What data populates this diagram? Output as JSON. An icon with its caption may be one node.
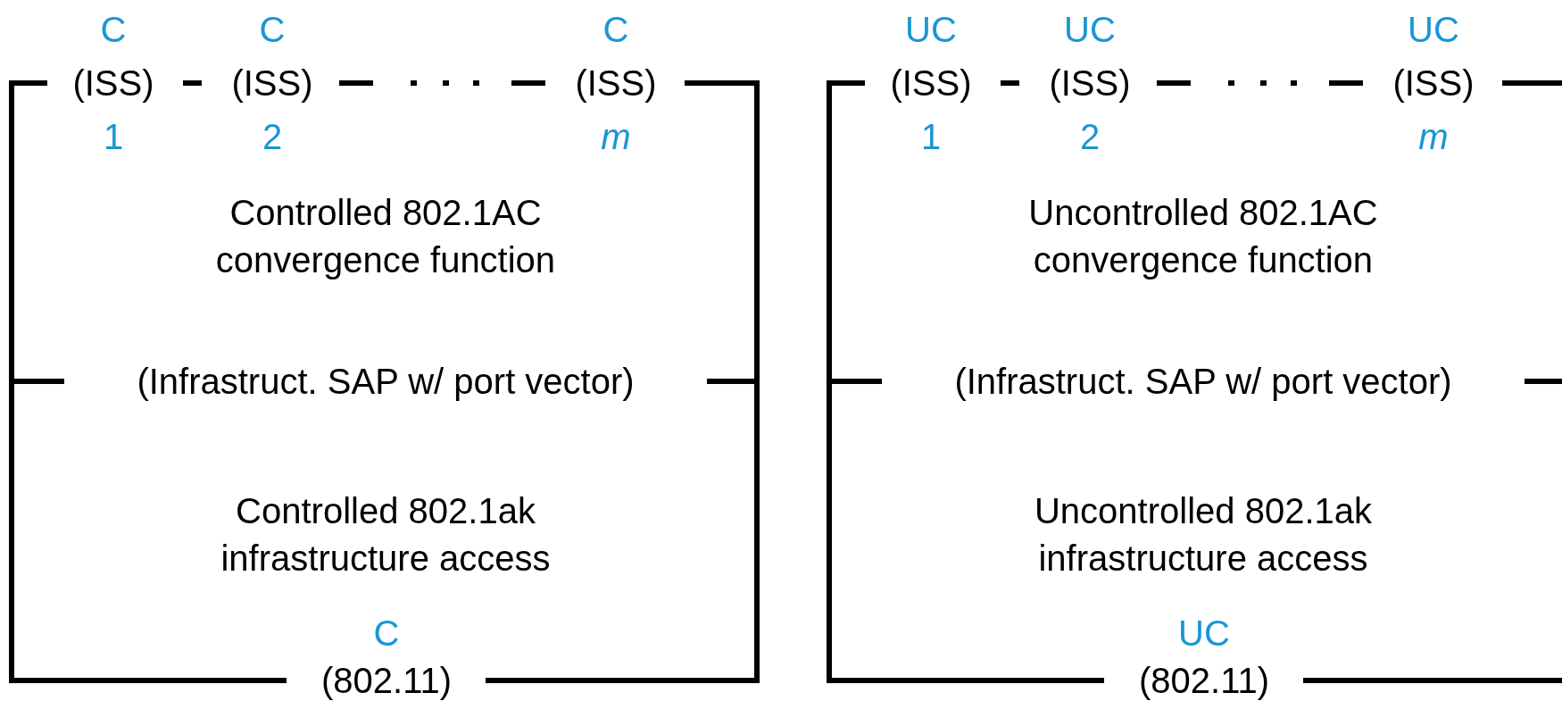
{
  "diagram": {
    "nodes": [
      {
        "text": [],
        "shape": "box"
      },
      {
        "text": [
          "C",
          "(ISS)",
          "1"
        ],
        "in": 0
      },
      {
        "text": [
          "C",
          "(ISS)",
          "2"
        ],
        "in": 0
      },
      {
        "text": [
          "C",
          "(ISS)",
          "*m*"
        ],
        "in": 0
      },
      {
        "text": [
          "Controlled 802.1AC convergence function"
        ],
        "in": 0
      },
      {
        "text": [
          "(Infrastruct. SAP w/ port vector)"
        ],
        "in": 0
      },
      {
        "text": [
          "Controlled 802.1ak infrastructure access"
        ],
        "in": 0
      },
      {
        "text": [
          "C",
          "(802.11)"
        ],
        "in": 0
      },
      {
        "text": [],
        "shape": "box"
      },
      {
        "text": [
          "UC",
          "(ISS)",
          "1"
        ],
        "in": 8
      },
      {
        "text": [
          "UC",
          "(ISS)",
          "2"
        ],
        "in": 8
      },
      {
        "text": [
          "UC",
          "(ISS)",
          "*m*"
        ],
        "in": 8
      },
      {
        "text": [
          "Uncontrolled 802.1AC convergence function"
        ],
        "in": 8
      },
      {
        "text": [
          "(Infrastruct. SAP w/ port vector)"
        ],
        "in": 8
      },
      {
        "text": [
          "Uncontrolled 802.1ak infrastructure access"
        ],
        "in": 8
      },
      {
        "text": [
          "UC",
          "(802.11)"
        ],
        "in": 8
      }
    ]
  }
}
